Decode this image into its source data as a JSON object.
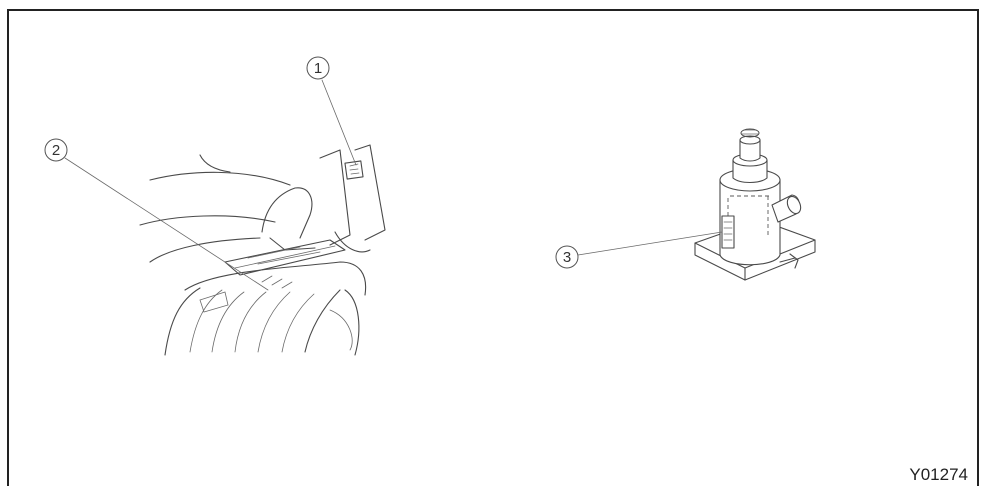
{
  "callouts": [
    {
      "id": "1",
      "label": "1"
    },
    {
      "id": "2",
      "label": "2"
    },
    {
      "id": "3",
      "label": "3"
    }
  ],
  "figure_code": "Y01274",
  "colors": {
    "frame": "#222222",
    "line": "#4a4a4a",
    "background": "#ffffff"
  },
  "icons": [
    "seat-cab-drawing",
    "bottle-jack-drawing"
  ]
}
